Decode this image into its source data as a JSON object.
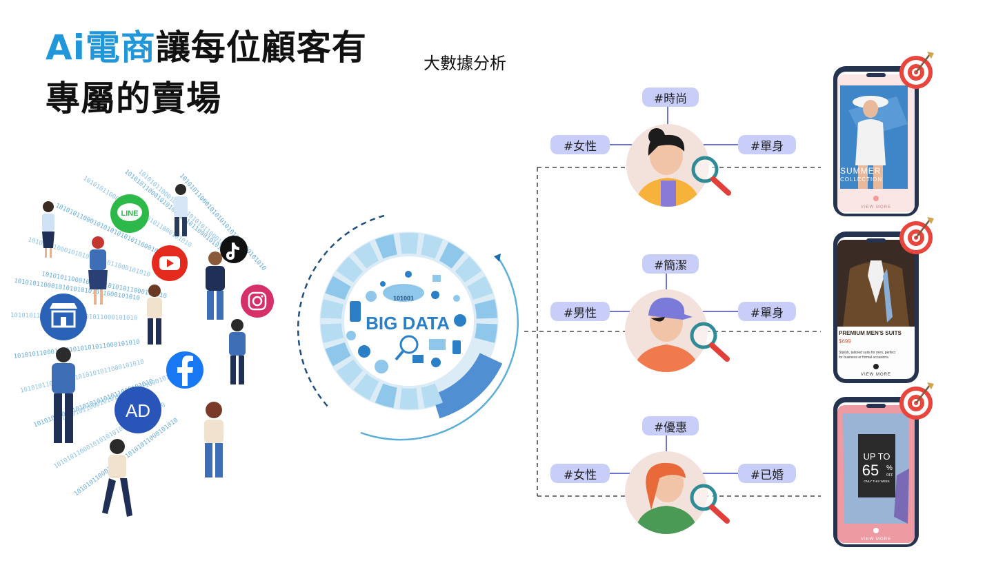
{
  "title": {
    "accent": "Ai電商",
    "line1_rest": "讓每位顧客有",
    "line2": "專屬的賣場"
  },
  "subtitle": "大數據分析",
  "center": {
    "label": "BIG DATA",
    "binary_chip": "101001"
  },
  "sources": [
    {
      "name": "LINE",
      "color": "#2db84a"
    },
    {
      "name": "YouTube",
      "color": "#e32a1c"
    },
    {
      "name": "TikTok",
      "color": "#111111"
    },
    {
      "name": "Instagram",
      "color": "#d6306a"
    },
    {
      "name": "Shop",
      "color": "#2a62b8"
    },
    {
      "name": "Facebook",
      "color": "#1877f2"
    },
    {
      "name": "AD",
      "color": "#2a55b8",
      "label": "AD"
    }
  ],
  "binary_text": "10101011000101010",
  "personas": [
    {
      "top_tag": "#時尚",
      "left_tag": "#女性",
      "right_tag": "#單身"
    },
    {
      "top_tag": "#簡潔",
      "left_tag": "#男性",
      "right_tag": "#單身"
    },
    {
      "top_tag": "#優惠",
      "left_tag": "#女性",
      "right_tag": "#已婚"
    }
  ],
  "phones": [
    {
      "line1": "SUMMER",
      "line2": "COLLECTION",
      "cta": "VIEW MORE"
    },
    {
      "headline": "PREMIUM MEN'S SUITS",
      "price": "$699",
      "desc1": "Stylish, tailored suits for men, perfect",
      "desc2": "for business or formal occasions.",
      "cta": "VIEW MORE"
    },
    {
      "line1": "UP TO",
      "big": "65",
      "pct": "%",
      "off": "OFF",
      "note": "ONLY THIS WEEK",
      "cta": "VIEW MORE"
    }
  ],
  "colors": {
    "accent": "#2196d8",
    "tag_bg": "#c9cef8",
    "connector": "#3a47c8",
    "phone_frame": "#26334f",
    "target_red": "#e8453c"
  }
}
